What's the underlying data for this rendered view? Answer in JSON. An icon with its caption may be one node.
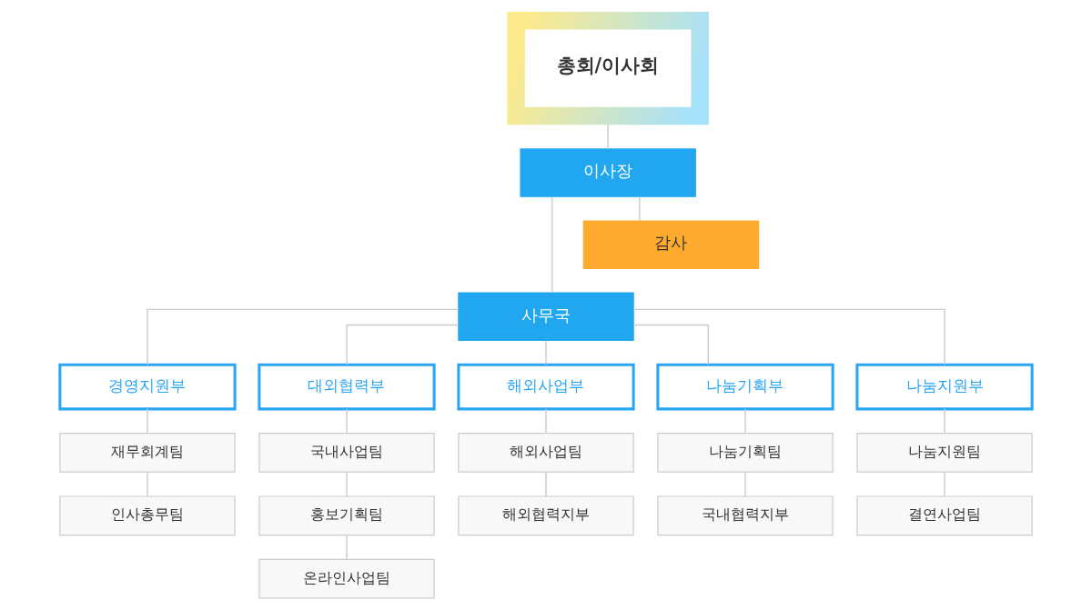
{
  "diagram": {
    "nodes": [
      {
        "text": [
          "총회/이사회"
        ]
      },
      {
        "text": [
          "이사장"
        ]
      },
      {
        "text": [
          "감사"
        ]
      },
      {
        "text": [
          "사무국"
        ]
      },
      {
        "text": [
          "경영지원부"
        ]
      },
      {
        "text": [
          "재무회계팀"
        ]
      },
      {
        "text": [
          "인사총무팀"
        ]
      },
      {
        "text": [
          "대외협력부"
        ]
      },
      {
        "text": [
          "국내사업팀"
        ]
      },
      {
        "text": [
          "홍보기획팀"
        ]
      },
      {
        "text": [
          "온라인사업팀"
        ]
      },
      {
        "text": [
          "해외사업부"
        ]
      },
      {
        "text": [
          "해외사업팀"
        ]
      },
      {
        "text": [
          "해외협력지부"
        ]
      },
      {
        "text": [
          "나눔기획부"
        ]
      },
      {
        "text": [
          "나눔기획팀"
        ]
      },
      {
        "text": [
          "국내협력지부"
        ]
      },
      {
        "text": [
          "나눔지원부"
        ]
      },
      {
        "text": [
          "나눔지원팀"
        ]
      },
      {
        "text": [
          "결연사업팀"
        ]
      }
    ],
    "edges": [
      {
        "from": 0,
        "to": 1,
        "arrow": "none"
      },
      {
        "from": 1,
        "to": 3,
        "arrow": "none"
      },
      {
        "from": 1,
        "to": 2,
        "arrow": "none"
      },
      {
        "from": 3,
        "to": 4,
        "arrow": "none"
      },
      {
        "from": 3,
        "to": 7,
        "arrow": "none"
      },
      {
        "from": 3,
        "to": 11,
        "arrow": "none"
      },
      {
        "from": 3,
        "to": 14,
        "arrow": "none"
      },
      {
        "from": 3,
        "to": 17,
        "arrow": "none"
      },
      {
        "from": 4,
        "to": 5,
        "arrow": "none"
      },
      {
        "from": 5,
        "to": 6,
        "arrow": "none"
      },
      {
        "from": 7,
        "to": 8,
        "arrow": "none"
      },
      {
        "from": 8,
        "to": 9,
        "arrow": "none"
      },
      {
        "from": 9,
        "to": 10,
        "arrow": "none"
      },
      {
        "from": 11,
        "to": 12,
        "arrow": "none"
      },
      {
        "from": 12,
        "to": 13,
        "arrow": "none"
      },
      {
        "from": 14,
        "to": 15,
        "arrow": "none"
      },
      {
        "from": 15,
        "to": 16,
        "arrow": "none"
      },
      {
        "from": 17,
        "to": 18,
        "arrow": "none"
      },
      {
        "from": 18,
        "to": 19,
        "arrow": "none"
      }
    ]
  }
}
